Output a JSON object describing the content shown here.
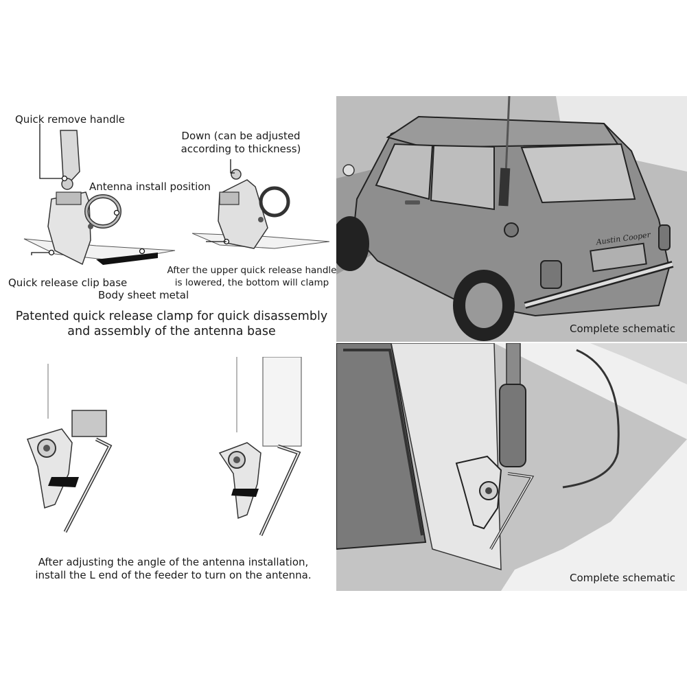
{
  "labels": {
    "quick_remove_handle": "Quick remove handle",
    "antenna_install_position": "Antenna install position",
    "quick_release_clip_base": "Quick release clip base",
    "body_sheet_metal": "Body sheet metal",
    "down_line1": "Down (can be adjusted",
    "down_line2": "according to thickness)",
    "after_upper_line1": "After the upper quick release handle",
    "after_upper_line2": "is lowered, the bottom will clamp"
  },
  "captions": {
    "patented_line1": "Patented quick release clamp for quick disassembly",
    "patented_line2": "and assembly of the antenna base",
    "adjust_line1": "After adjusting the angle of the antenna installation,",
    "adjust_line2": "install the L end of the feeder to turn on the antenna.",
    "schematic_top": "Complete schematic",
    "schematic_bottom": "Complete schematic"
  },
  "car": {
    "badge_text": "Austin Cooper"
  },
  "colors": {
    "line": "#2a2a2a",
    "panel_bg": "#b9b9b9",
    "car_body": "#8e8e8e",
    "window": "#bdbdbd"
  }
}
